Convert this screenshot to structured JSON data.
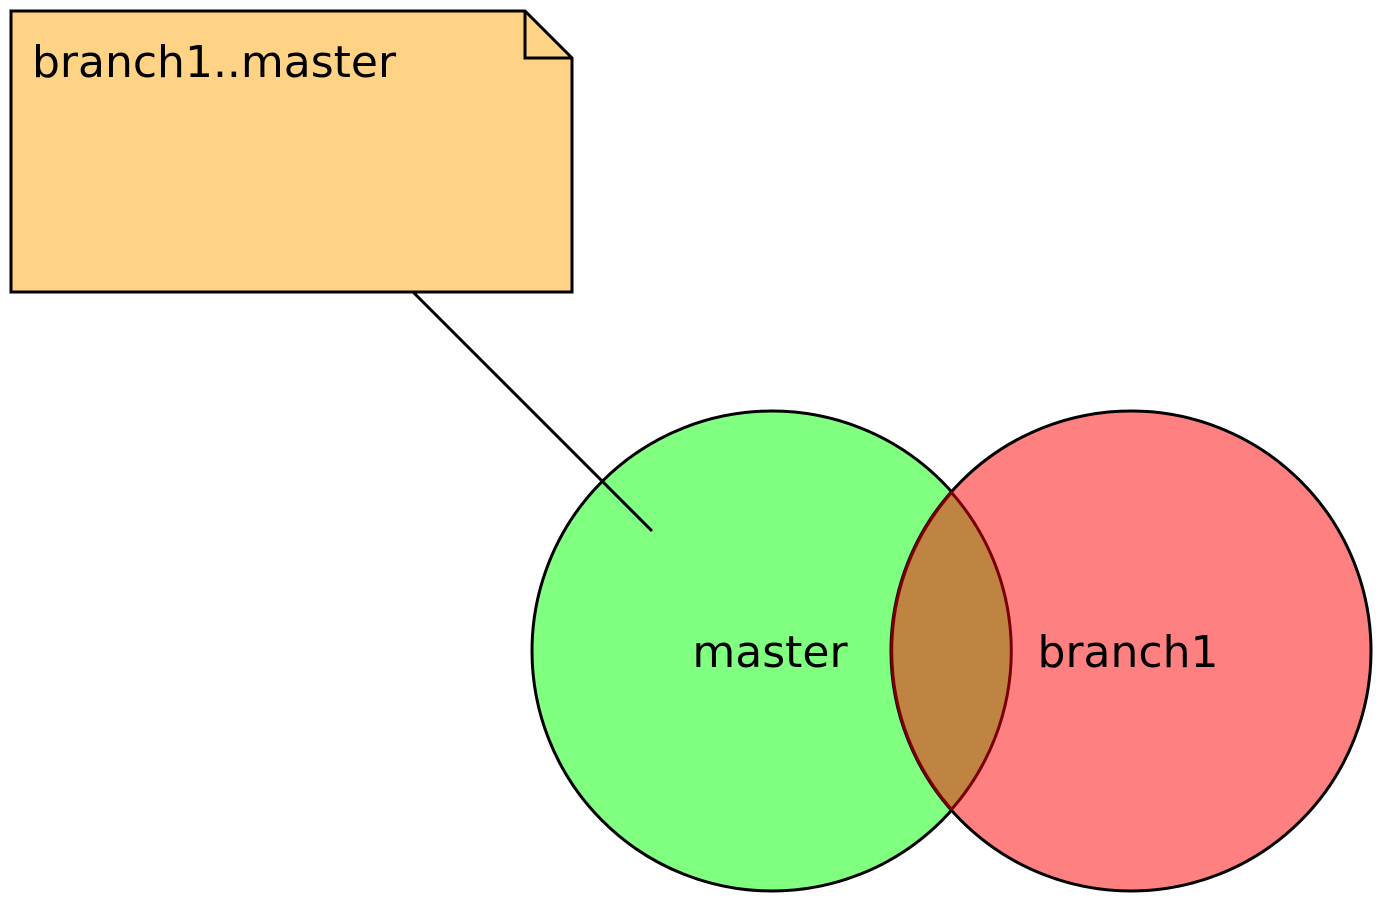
{
  "note": {
    "text": "branch1..master",
    "fill_color": "#FED385",
    "stroke_color": "#000000"
  },
  "sets": [
    {
      "name": "master",
      "fill_color": "#80FF80"
    },
    {
      "name": "branch1",
      "fill_color": "#FF8080"
    }
  ],
  "intersection": {
    "fill_color": "#BF8442"
  },
  "connector": {
    "from": "note",
    "to": "master"
  }
}
